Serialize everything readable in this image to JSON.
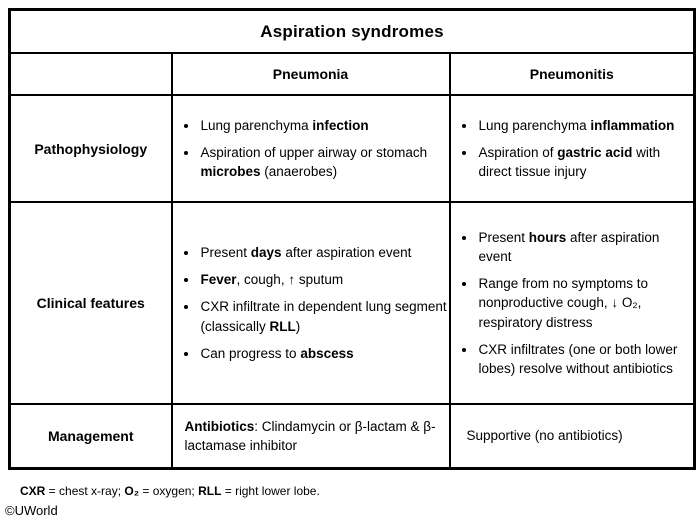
{
  "table": {
    "title": "Aspiration syndromes",
    "col_headers": [
      "Pneumonia",
      "Pneumonitis"
    ],
    "rows": [
      {
        "label": "Pathophysiology",
        "cells": [
          {
            "type": "bullets",
            "items": [
              "Lung parenchyma **infection**",
              "Aspiration of upper airway or stomach **microbes** (anaerobes)"
            ]
          },
          {
            "type": "bullets",
            "items": [
              "Lung parenchyma **inflammation**",
              "Aspiration of **gastric acid** with direct tissue injury"
            ]
          }
        ]
      },
      {
        "label": "Clinical features",
        "cells": [
          {
            "type": "bullets",
            "items": [
              "Present **days** after aspiration event",
              "**Fever**, cough, ↑ sputum",
              "CXR infiltrate in dependent lung segment (classically **RLL**)",
              "Can progress to **abscess**"
            ]
          },
          {
            "type": "bullets",
            "items": [
              "Present **hours** after aspiration event",
              "Range from no symptoms to nonproductive cough, ↓ O₂, respiratory distress",
              "CXR infiltrates (one or both lower lobes) resolve without antibiotics"
            ]
          }
        ]
      },
      {
        "label": "Management",
        "cells": [
          {
            "type": "text",
            "text": "**Antibiotics**: Clindamycin or β-lactam & β-lactamase inhibitor"
          },
          {
            "type": "text",
            "text": "Supportive (no antibiotics)"
          }
        ]
      }
    ]
  },
  "footnote": "**CXR** = chest x-ray; **O₂** = oxygen; **RLL** = right lower lobe.",
  "copyright": "©UWorld",
  "colors": {
    "border": "#000000",
    "text": "#000000",
    "background": "#ffffff"
  }
}
